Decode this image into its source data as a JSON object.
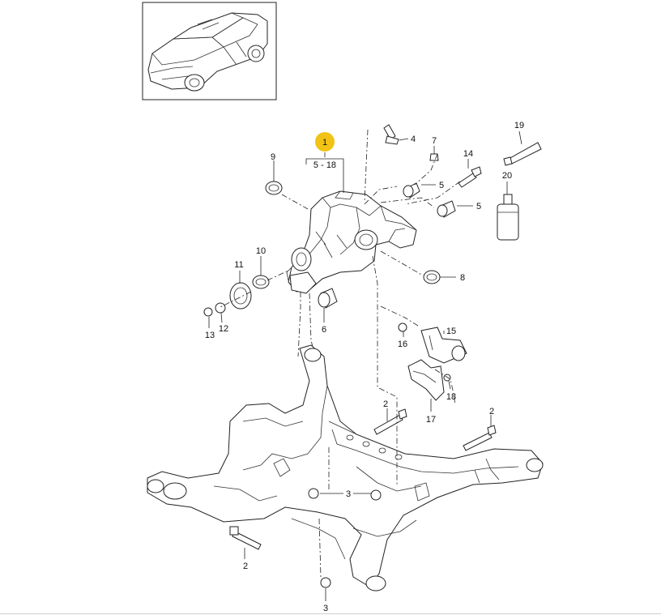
{
  "highlight_color": "#f2c316",
  "callouts": {
    "c1": "1",
    "c1_range": "5 - 18",
    "c2a": "2",
    "c2b": "2",
    "c2c": "2",
    "c3a": "3",
    "c3b": "3",
    "c4": "4",
    "c5a": "5",
    "c5b": "5",
    "c6": "6",
    "c7": "7",
    "c8": "8",
    "c9": "9",
    "c10": "10",
    "c11": "11",
    "c12": "12",
    "c13": "13",
    "c14": "14",
    "c15": "15",
    "c16": "16",
    "c17": "17",
    "c18": "18",
    "c19": "19",
    "c20": "20"
  }
}
